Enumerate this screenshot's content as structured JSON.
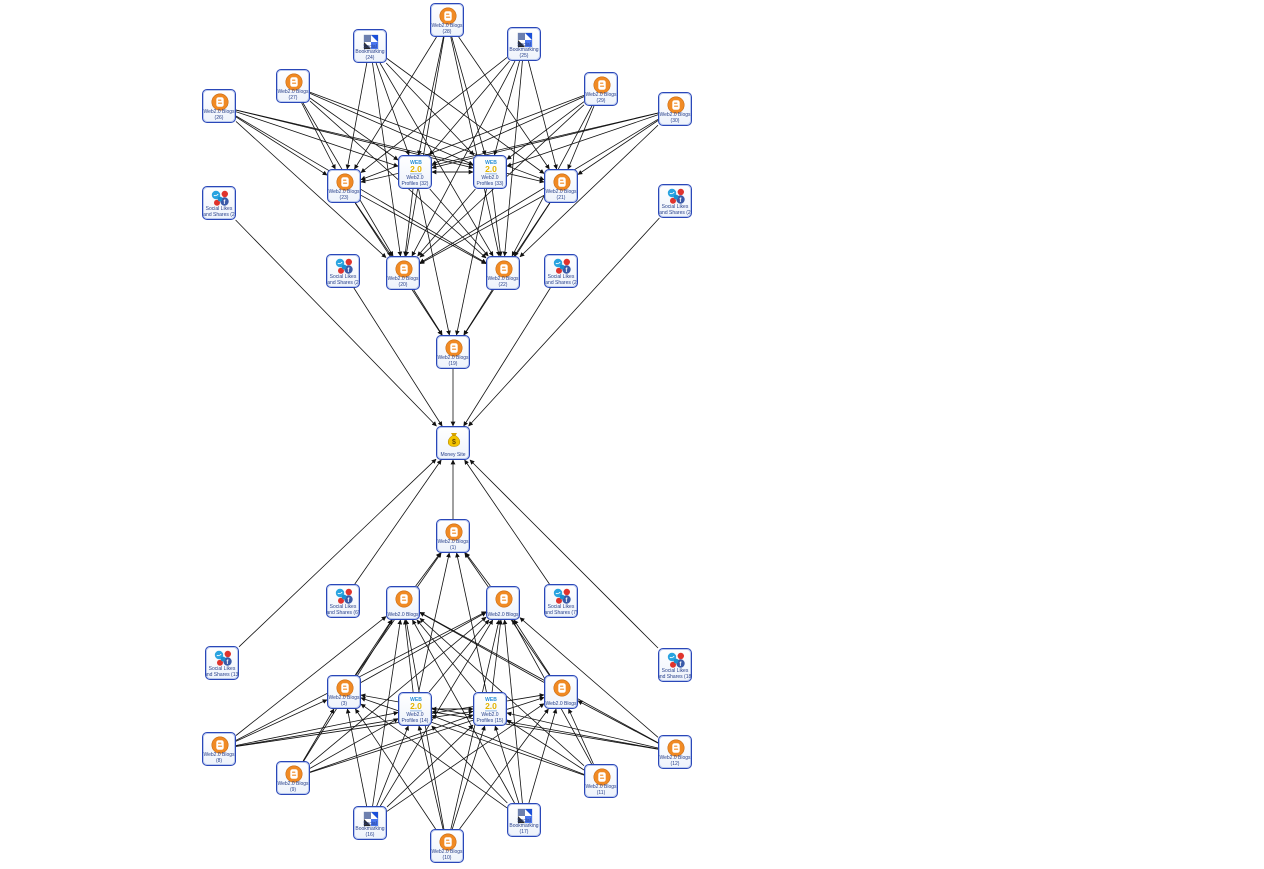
{
  "diagram": {
    "nodes": [
      {
        "id": "money",
        "kind": "money",
        "label": "Money Site"
      },
      {
        "id": "b1",
        "kind": "blog",
        "label": "Web2.0 Blogs\n(1)"
      },
      {
        "id": "b19",
        "kind": "blog",
        "label": "Web2.0 Blogs\n(19)"
      },
      {
        "id": "b20",
        "kind": "blog",
        "label": "Web2.0 Blogs\n(20)"
      },
      {
        "id": "b22",
        "kind": "blog",
        "label": "Web2.0 Blogs\n(22)"
      },
      {
        "id": "sA",
        "kind": "social",
        "label": "Social Likes\nand Shares (2"
      },
      {
        "id": "sB",
        "kind": "social",
        "label": "Social Likes\nand Shares (2"
      },
      {
        "id": "sC",
        "kind": "social",
        "label": "Social Likes\nand Shares (2"
      },
      {
        "id": "sD",
        "kind": "social",
        "label": "Social Likes\nand Shares (2"
      },
      {
        "id": "b23",
        "kind": "blog",
        "label": "Web2.0 Blogs\n(23)"
      },
      {
        "id": "b21",
        "kind": "blog",
        "label": "Web2.0 Blogs\n(21)"
      },
      {
        "id": "p32",
        "kind": "web20",
        "label": "Web2.0\nProfiles (32)"
      },
      {
        "id": "p33",
        "kind": "web20",
        "label": "Web2.0\nProfiles (33)"
      },
      {
        "id": "b26",
        "kind": "blog",
        "label": "Web2.0 Blogs\n(26)"
      },
      {
        "id": "b27",
        "kind": "blog",
        "label": "Web2.0 Blogs\n(27)"
      },
      {
        "id": "k24",
        "kind": "bookmark",
        "label": "Social\nBookmarking\n(24)"
      },
      {
        "id": "b28",
        "kind": "blog",
        "label": "Web2.0 Blogs\n(28)"
      },
      {
        "id": "k25",
        "kind": "bookmark",
        "label": "Social\nBookmarking\n(25)"
      },
      {
        "id": "b29",
        "kind": "blog",
        "label": "Web2.0 Blogs\n(29)"
      },
      {
        "id": "b30",
        "kind": "blog",
        "label": "Web2.0 Blogs\n(30)"
      },
      {
        "id": "bL",
        "kind": "blog",
        "label": "Web2.0 Blogs"
      },
      {
        "id": "bR",
        "kind": "blog",
        "label": "Web2.0 Blogs"
      },
      {
        "id": "s6",
        "kind": "social",
        "label": "Social Likes\nand Shares (6)"
      },
      {
        "id": "s7",
        "kind": "social",
        "label": "Social Likes\nand Shares (7)"
      },
      {
        "id": "s13",
        "kind": "social",
        "label": "Social Likes\nand Shares (13)"
      },
      {
        "id": "s18",
        "kind": "social",
        "label": "Social Likes\nand Shares (18)"
      },
      {
        "id": "b3",
        "kind": "blog",
        "label": "Web2.0 Blogs\n(3)"
      },
      {
        "id": "b4",
        "kind": "blog",
        "label": "Web2.0 Blogs"
      },
      {
        "id": "p14",
        "kind": "web20",
        "label": "Web2.0\nProfiles (14)"
      },
      {
        "id": "p15",
        "kind": "web20",
        "label": "Web2.0\nProfiles (15)"
      },
      {
        "id": "b8",
        "kind": "blog",
        "label": "Web2.0 Blogs\n(8)"
      },
      {
        "id": "b12",
        "kind": "blog",
        "label": "Web2.0 Blogs\n(12)"
      },
      {
        "id": "b9",
        "kind": "blog",
        "label": "Web2.0 Blogs\n(9)"
      },
      {
        "id": "b11",
        "kind": "blog",
        "label": "Web2.0 Blogs\n(11)"
      },
      {
        "id": "k16",
        "kind": "bookmark",
        "label": "Social\nBookmarking\n(16)"
      },
      {
        "id": "k17",
        "kind": "bookmark",
        "label": "Social\nBookmarking\n(17)"
      },
      {
        "id": "b10",
        "kind": "blog",
        "label": "Web2.0 Blogs\n(10)"
      }
    ],
    "edges": [
      [
        "b19",
        "money"
      ],
      [
        "sA",
        "money"
      ],
      [
        "sD",
        "money"
      ],
      [
        "sB",
        "money"
      ],
      [
        "sC",
        "money"
      ],
      [
        "b20",
        "b19"
      ],
      [
        "b22",
        "b19"
      ],
      [
        "b23",
        "b19"
      ],
      [
        "b21",
        "b19"
      ],
      [
        "p32",
        "b19"
      ],
      [
        "p33",
        "b19"
      ],
      [
        "b23",
        "b20"
      ],
      [
        "b23",
        "b22"
      ],
      [
        "b21",
        "b20"
      ],
      [
        "b21",
        "b22"
      ],
      [
        "p32",
        "b20"
      ],
      [
        "p32",
        "b22"
      ],
      [
        "p33",
        "b20"
      ],
      [
        "p33",
        "b22"
      ],
      [
        "b26",
        "b23"
      ],
      [
        "b26",
        "p32"
      ],
      [
        "b26",
        "p33"
      ],
      [
        "b26",
        "b21"
      ],
      [
        "b26",
        "b20"
      ],
      [
        "b26",
        "b22"
      ],
      [
        "b27",
        "b23"
      ],
      [
        "b27",
        "p32"
      ],
      [
        "b27",
        "p33"
      ],
      [
        "b27",
        "b21"
      ],
      [
        "b27",
        "b20"
      ],
      [
        "b27",
        "b22"
      ],
      [
        "k24",
        "b23"
      ],
      [
        "k24",
        "p32"
      ],
      [
        "k24",
        "p33"
      ],
      [
        "k24",
        "b21"
      ],
      [
        "k24",
        "b20"
      ],
      [
        "k24",
        "b22"
      ],
      [
        "b28",
        "b23"
      ],
      [
        "b28",
        "p32"
      ],
      [
        "b28",
        "p33"
      ],
      [
        "b28",
        "b21"
      ],
      [
        "b28",
        "b20"
      ],
      [
        "b28",
        "b22"
      ],
      [
        "k25",
        "b23"
      ],
      [
        "k25",
        "p32"
      ],
      [
        "k25",
        "p33"
      ],
      [
        "k25",
        "b21"
      ],
      [
        "k25",
        "b20"
      ],
      [
        "k25",
        "b22"
      ],
      [
        "b29",
        "b23"
      ],
      [
        "b29",
        "p32"
      ],
      [
        "b29",
        "p33"
      ],
      [
        "b29",
        "b21"
      ],
      [
        "b29",
        "b20"
      ],
      [
        "b29",
        "b22"
      ],
      [
        "b30",
        "b23"
      ],
      [
        "b30",
        "p32"
      ],
      [
        "b30",
        "p33"
      ],
      [
        "b30",
        "b21"
      ],
      [
        "b30",
        "b20"
      ],
      [
        "b30",
        "b22"
      ],
      [
        "p32",
        "p33"
      ],
      [
        "p33",
        "p32"
      ],
      [
        "b1",
        "money"
      ],
      [
        "s13",
        "money"
      ],
      [
        "s18",
        "money"
      ],
      [
        "s6",
        "money"
      ],
      [
        "s7",
        "money"
      ],
      [
        "bL",
        "b1"
      ],
      [
        "bR",
        "b1"
      ],
      [
        "b3",
        "b1"
      ],
      [
        "b4",
        "b1"
      ],
      [
        "p14",
        "b1"
      ],
      [
        "p15",
        "b1"
      ],
      [
        "b3",
        "bL"
      ],
      [
        "b3",
        "bR"
      ],
      [
        "b4",
        "bL"
      ],
      [
        "b4",
        "bR"
      ],
      [
        "p14",
        "bL"
      ],
      [
        "p14",
        "bR"
      ],
      [
        "p15",
        "bL"
      ],
      [
        "p15",
        "bR"
      ],
      [
        "b8",
        "b3"
      ],
      [
        "b8",
        "p14"
      ],
      [
        "b8",
        "p15"
      ],
      [
        "b8",
        "b4"
      ],
      [
        "b8",
        "bL"
      ],
      [
        "b8",
        "bR"
      ],
      [
        "b9",
        "b3"
      ],
      [
        "b9",
        "p14"
      ],
      [
        "b9",
        "p15"
      ],
      [
        "b9",
        "b4"
      ],
      [
        "b9",
        "bL"
      ],
      [
        "b9",
        "bR"
      ],
      [
        "k16",
        "b3"
      ],
      [
        "k16",
        "p14"
      ],
      [
        "k16",
        "p15"
      ],
      [
        "k16",
        "b4"
      ],
      [
        "k16",
        "bL"
      ],
      [
        "k16",
        "bR"
      ],
      [
        "b10",
        "b3"
      ],
      [
        "b10",
        "p14"
      ],
      [
        "b10",
        "p15"
      ],
      [
        "b10",
        "b4"
      ],
      [
        "b10",
        "bL"
      ],
      [
        "b10",
        "bR"
      ],
      [
        "k17",
        "b3"
      ],
      [
        "k17",
        "p14"
      ],
      [
        "k17",
        "p15"
      ],
      [
        "k17",
        "b4"
      ],
      [
        "k17",
        "bL"
      ],
      [
        "k17",
        "bR"
      ],
      [
        "b11",
        "b3"
      ],
      [
        "b11",
        "p14"
      ],
      [
        "b11",
        "p15"
      ],
      [
        "b11",
        "b4"
      ],
      [
        "b11",
        "bL"
      ],
      [
        "b11",
        "bR"
      ],
      [
        "b12",
        "b3"
      ],
      [
        "b12",
        "p14"
      ],
      [
        "b12",
        "p15"
      ],
      [
        "b12",
        "b4"
      ],
      [
        "b12",
        "bL"
      ],
      [
        "b12",
        "bR"
      ],
      [
        "p14",
        "p15"
      ],
      [
        "p15",
        "p14"
      ]
    ]
  },
  "icons": {
    "blog": "blogger-icon",
    "social": "social-share-icon",
    "bookmark": "bookmark-icon",
    "web20": "web20-badge-icon",
    "money": "money-bag-icon"
  },
  "colors": {
    "edge": "#111111",
    "node_border": "#2a47b8",
    "label": "#27408b",
    "blogger": "#f08a24",
    "social_blue": "#29a3e0",
    "social_red": "#e0342d",
    "web20": "#e3b400"
  },
  "web20_badge": {
    "top": "WEB",
    "main": "2.0"
  }
}
